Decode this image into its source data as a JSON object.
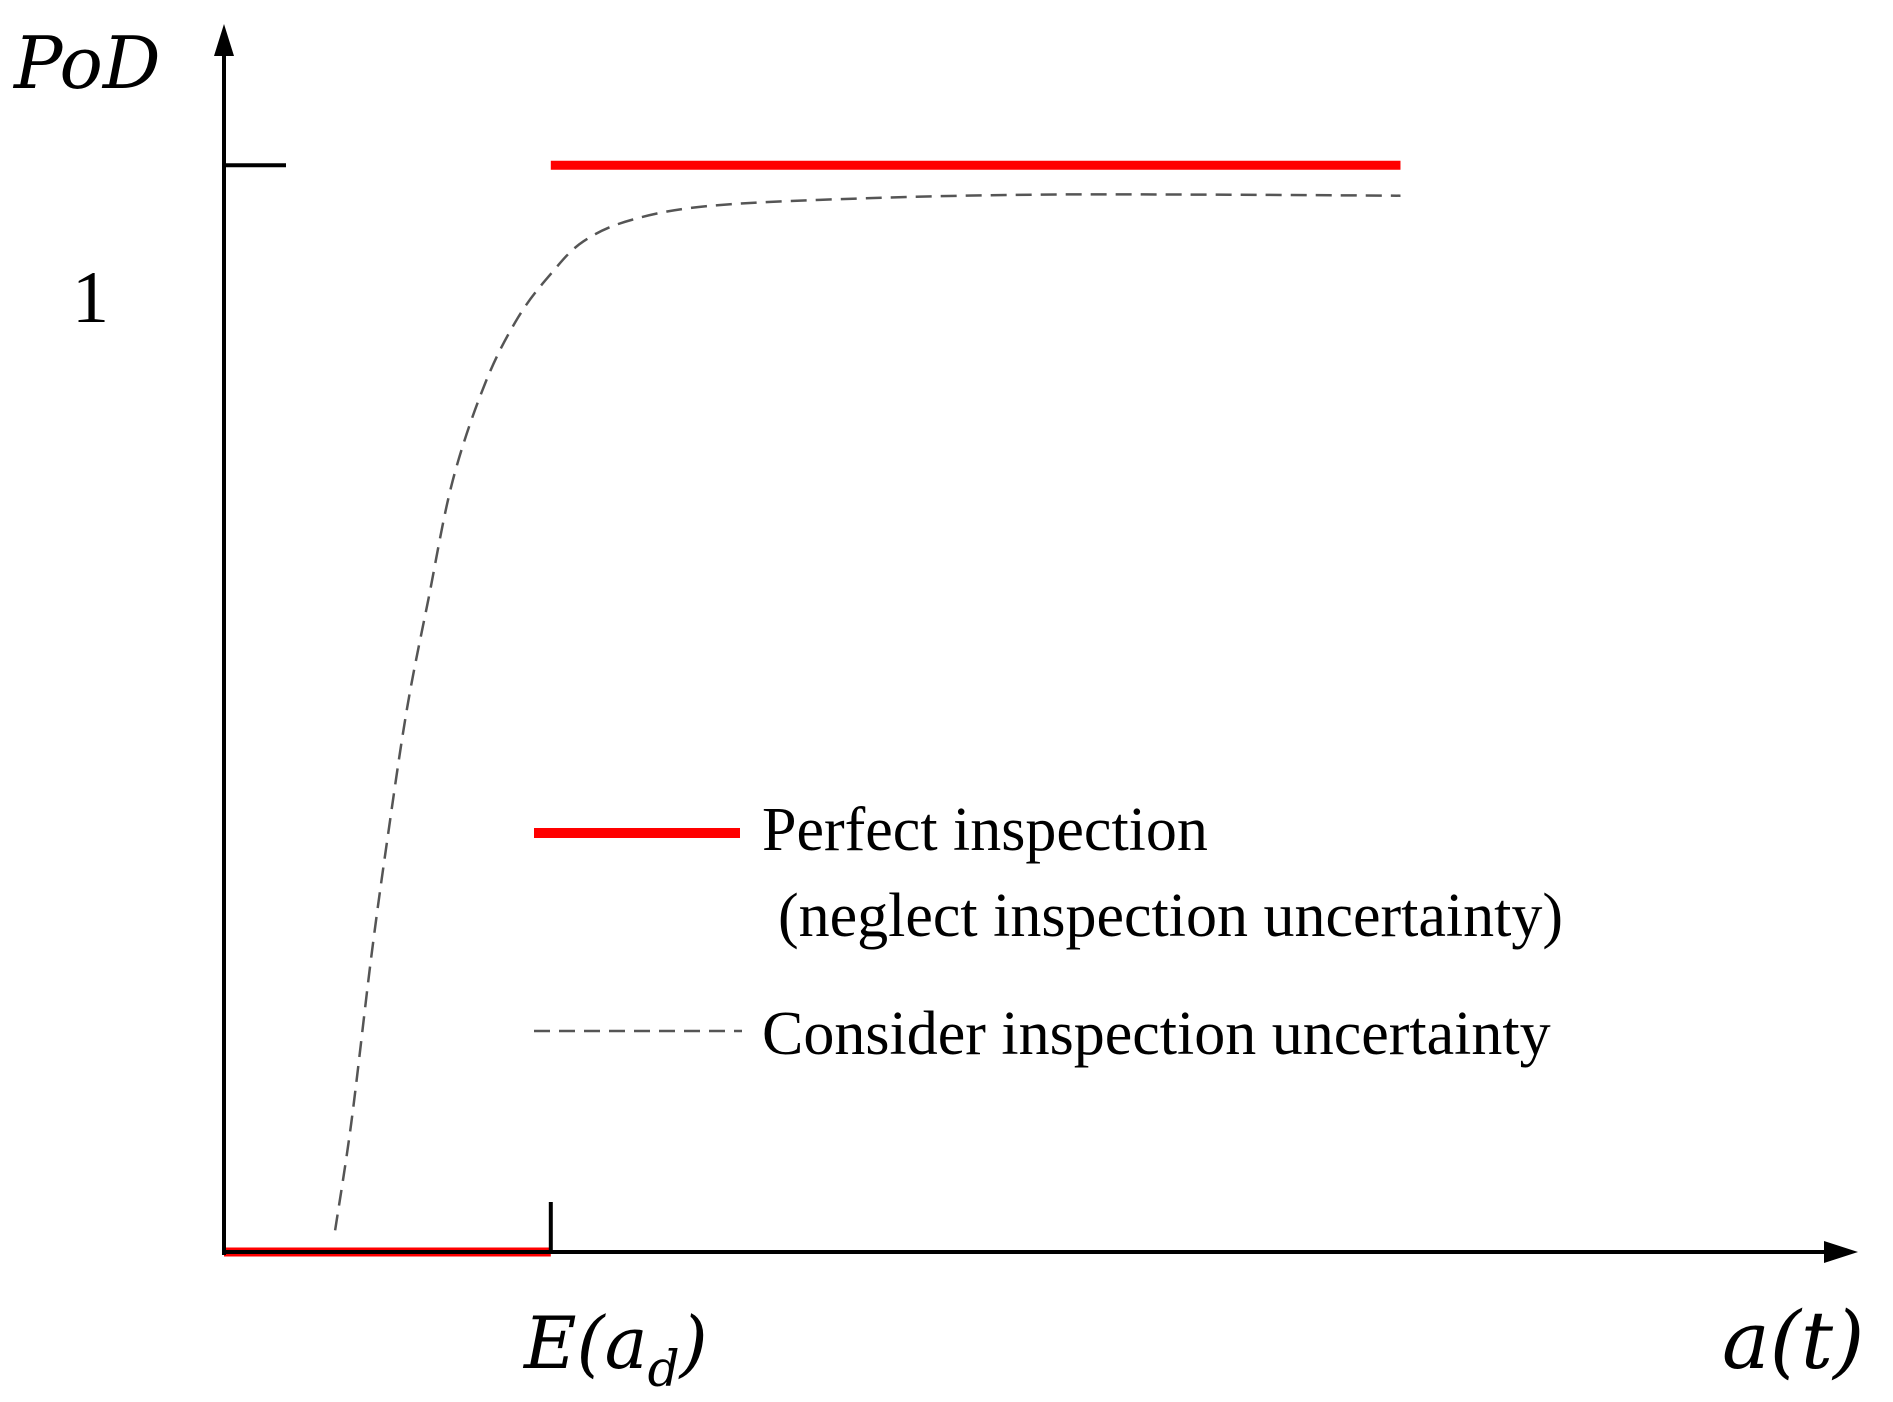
{
  "chart_data": {
    "type": "line",
    "title": "",
    "ylabel": "PoD",
    "xlabel": "a(t)",
    "xlim": [
      0,
      1
    ],
    "ylim": [
      0,
      1.13
    ],
    "y_ticks": [
      {
        "value": 1,
        "label": "1"
      }
    ],
    "x_ticks": [
      {
        "value": 0.2,
        "label": "E(a_d)"
      }
    ],
    "x_tick_label": {
      "prefix": "E(",
      "var": "a",
      "sub": "d",
      "suffix": ")"
    },
    "x_axis_label": {
      "var": "a",
      "paren_open": "(",
      "arg": "t",
      "paren_close": ")"
    },
    "series": [
      {
        "name": "Perfect inspection (neglect inspection uncertainty)",
        "style": "solid",
        "color": "#ff0000",
        "segments": [
          [
            [
              0.0,
              0.0
            ],
            [
              0.2,
              0.0
            ]
          ],
          [
            [
              0.2,
              1.0
            ],
            [
              0.72,
              1.0
            ]
          ]
        ]
      },
      {
        "name": "Consider inspection uncertainty",
        "style": "dashed",
        "color": "#555555",
        "points": [
          [
            0.068,
            0.02
          ],
          [
            0.078,
            0.12
          ],
          [
            0.09,
            0.27
          ],
          [
            0.1,
            0.38
          ],
          [
            0.112,
            0.5
          ],
          [
            0.125,
            0.6
          ],
          [
            0.14,
            0.71
          ],
          [
            0.16,
            0.8
          ],
          [
            0.18,
            0.86
          ],
          [
            0.2,
            0.9
          ],
          [
            0.22,
            0.93
          ],
          [
            0.25,
            0.95
          ],
          [
            0.3,
            0.963
          ],
          [
            0.4,
            0.97
          ],
          [
            0.5,
            0.973
          ],
          [
            0.6,
            0.973
          ],
          [
            0.72,
            0.972
          ]
        ]
      }
    ],
    "legend": {
      "placement": "center-right",
      "entries": [
        {
          "line1": "Perfect inspection",
          "line2": "(neglect inspection uncertainty)",
          "color": "#ff0000",
          "style": "solid"
        },
        {
          "line1": "Consider inspection uncertainty",
          "color": "#555555",
          "style": "dashed"
        }
      ]
    },
    "colors": {
      "axis": "#000000",
      "perfect": "#ff0000",
      "uncertain": "#555555"
    }
  }
}
